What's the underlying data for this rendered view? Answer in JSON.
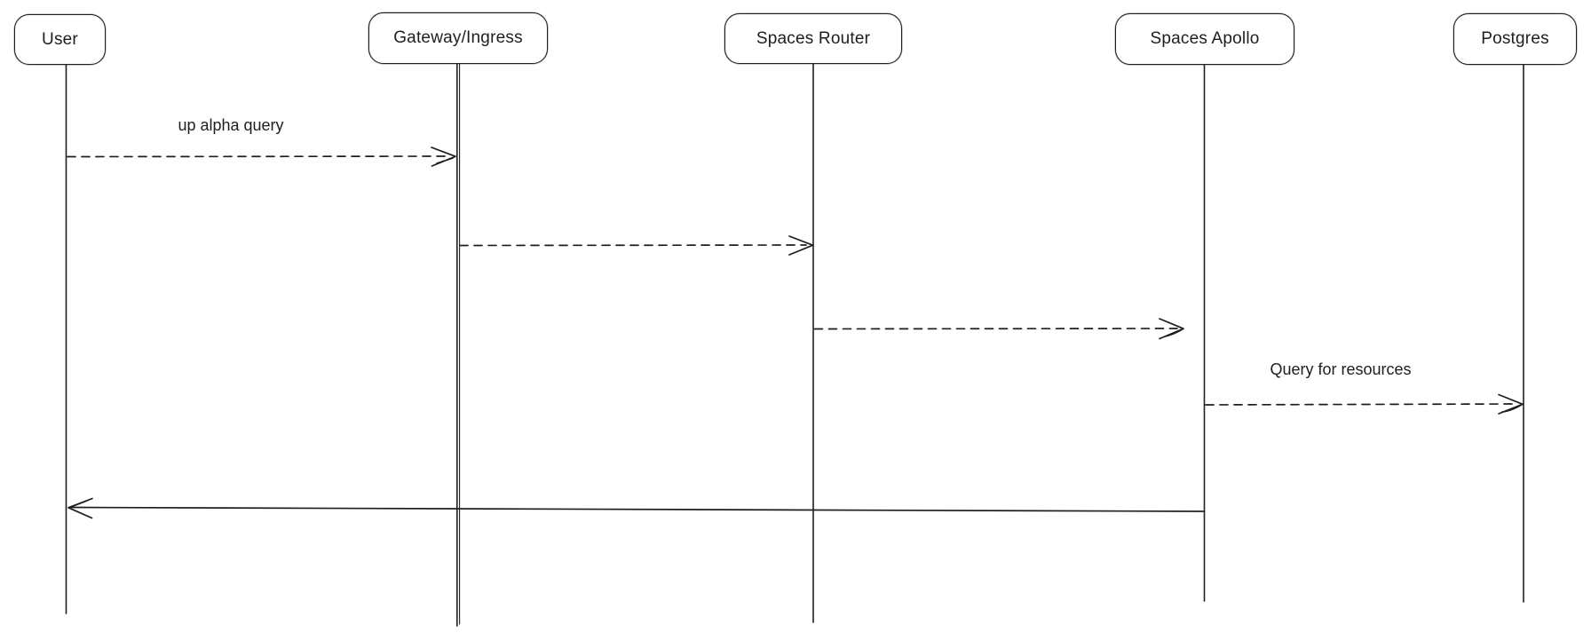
{
  "diagram": {
    "type": "sequence-diagram",
    "colors": {
      "stroke": "#1e1e1e",
      "background": "#ffffff"
    },
    "actors": [
      {
        "id": "user",
        "label": "User"
      },
      {
        "id": "gateway-ingress",
        "label": "Gateway/Ingress"
      },
      {
        "id": "spaces-router",
        "label": "Spaces Router"
      },
      {
        "id": "spaces-apollo",
        "label": "Spaces Apollo"
      },
      {
        "id": "postgres",
        "label": "Postgres"
      }
    ],
    "messages": [
      {
        "from": "User",
        "to": "Gateway/Ingress",
        "label": "up alpha query",
        "line": "dashed",
        "arrowhead": "open"
      },
      {
        "from": "Gateway/Ingress",
        "to": "Spaces Router",
        "label": "",
        "line": "dashed",
        "arrowhead": "open"
      },
      {
        "from": "Spaces Router",
        "to": "Spaces Apollo",
        "label": "",
        "line": "dashed",
        "arrowhead": "open"
      },
      {
        "from": "Spaces Apollo",
        "to": "Postgres",
        "label": "Query for resources",
        "line": "dashed",
        "arrowhead": "open"
      },
      {
        "from": "Spaces Apollo",
        "to": "User",
        "label": "",
        "line": "solid",
        "arrowhead": "open"
      }
    ]
  }
}
